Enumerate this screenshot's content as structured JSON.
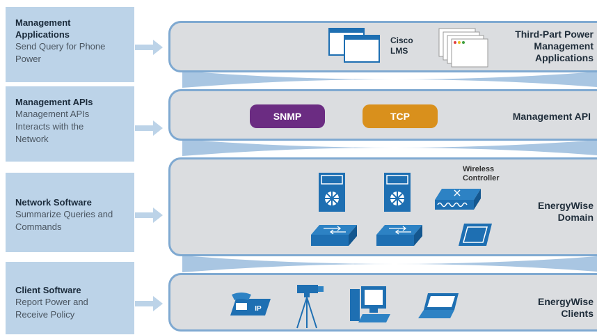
{
  "rows": [
    {
      "title": "Management Applications",
      "subtitle": "Send Query for Phone Power"
    },
    {
      "title": "Management APIs",
      "subtitle": "Management APIs Interacts with the Network"
    },
    {
      "title": "Network Software",
      "subtitle": "Summarize Queries and Commands"
    },
    {
      "title": "Client Software",
      "subtitle": "Report Power and Receive Policy"
    }
  ],
  "bands": {
    "apps": {
      "label_line1": "Third-Part Power",
      "label_line2": "Management",
      "label_line3": "Applications",
      "cisco_lms_line1": "Cisco",
      "cisco_lms_line2": "LMS"
    },
    "apis": {
      "label": "Management API",
      "snmp": "SNMP",
      "tcp": "TCP"
    },
    "network": {
      "label_line1": "EnergyWise",
      "label_line2": "Domain",
      "wireless_line1": "Wireless",
      "wireless_line2": "Controller"
    },
    "clients": {
      "label_line1": "EnergyWise",
      "label_line2": "Clients",
      "phone_badge": "IP"
    }
  },
  "colors": {
    "left_box": "#bcd3e8",
    "band_border": "#7fa9d1",
    "band_fill": "#dbdde0",
    "snmp": "#6b2c82",
    "tcp": "#d9901c",
    "device_blue": "#1e6fb2"
  }
}
